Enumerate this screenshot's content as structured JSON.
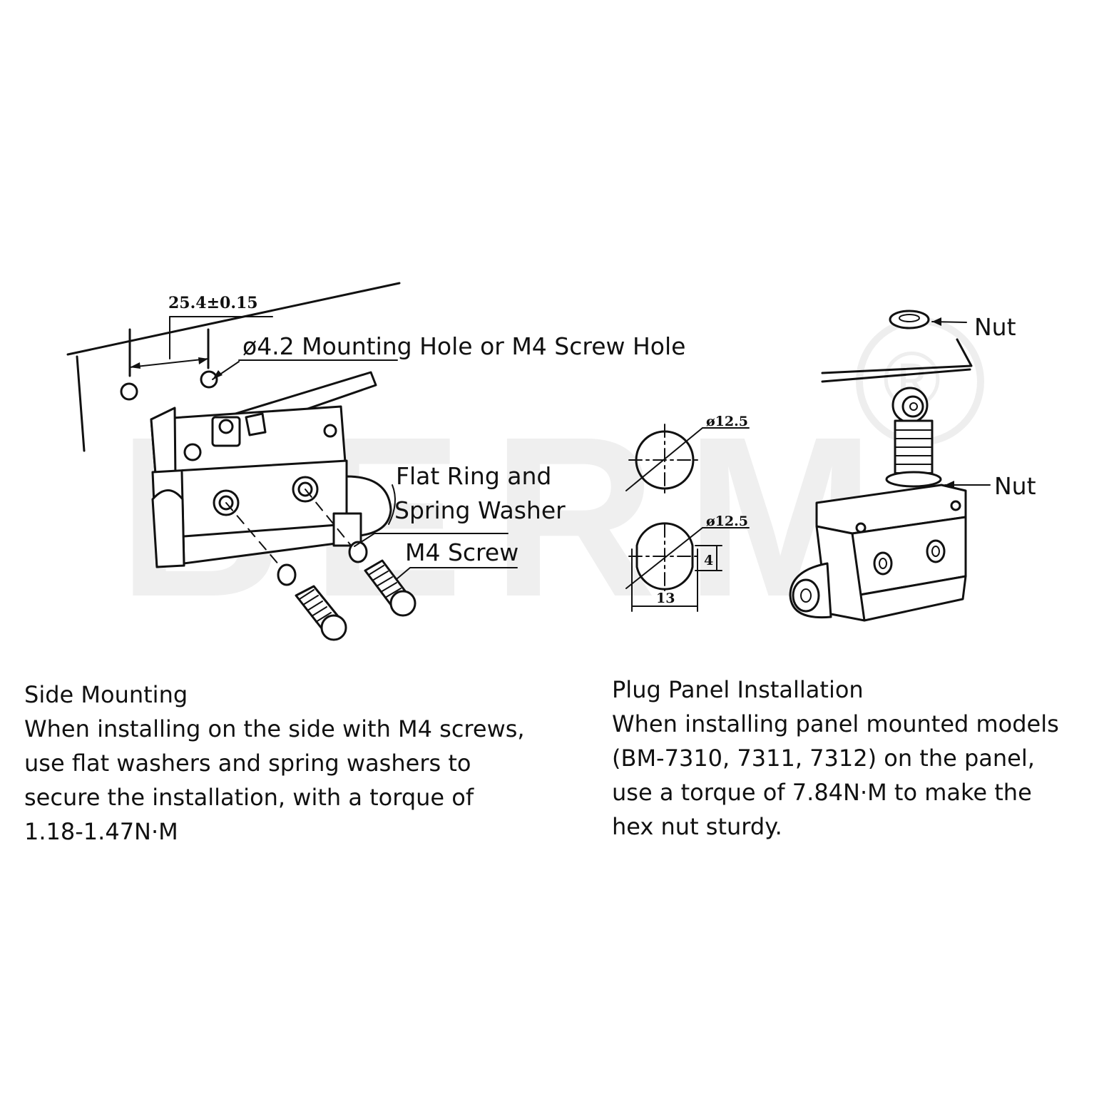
{
  "watermark": {
    "text": "BERM",
    "mark": "®"
  },
  "side_mounting": {
    "dimension_label": "25.4±0.15",
    "mounting_hole_label": "ø4.2 Mounting Hole or M4 Screw Hole",
    "washer_label_line1": "Flat Ring and",
    "washer_label_line2": "Spring Washer",
    "screw_label": "M4 Screw",
    "title": "Side Mounting",
    "description": "When installing on the side with M4 screws,\nuse flat washers and spring washers to\nsecure the installation, with a torque of\n1.18-1.47N·M"
  },
  "panel_cutout": {
    "round_hole_label": "ø12.5",
    "keyed_hole_label": "ø12.5",
    "flat_dimension": "4",
    "width_dimension": "13"
  },
  "plug_panel": {
    "top_nut_label": "Nut",
    "lower_nut_label": "Nut",
    "title": "Plug Panel Installation",
    "description": "When installing panel mounted models\n(BM-7310, 7311, 7312) on the panel,\nuse a torque of 7.84N·M to make the\nhex nut sturdy."
  },
  "colors": {
    "line": "#111111",
    "background": "#ffffff",
    "watermark": "#ececec"
  }
}
